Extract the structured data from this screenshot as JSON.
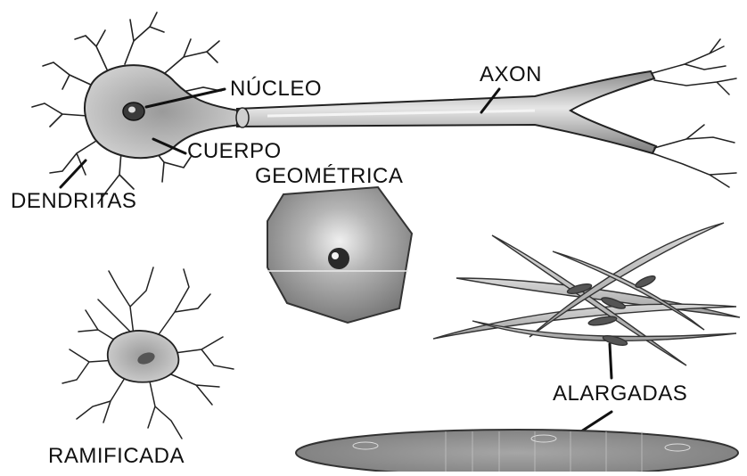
{
  "labels": {
    "nucleus": "NÚCLEO",
    "axon": "AXON",
    "body": "CUERPO",
    "dendrites": "DENDRITAS",
    "geometric": "GEOMÉTRICA",
    "branched": "RAMIFICADA",
    "elongated": "ALARGADAS"
  },
  "colors": {
    "cytoplasm": "#b8b8b8",
    "dark_stain": "#6e6e6e",
    "nucleus": "#3a3a3a",
    "outline": "#222222"
  }
}
